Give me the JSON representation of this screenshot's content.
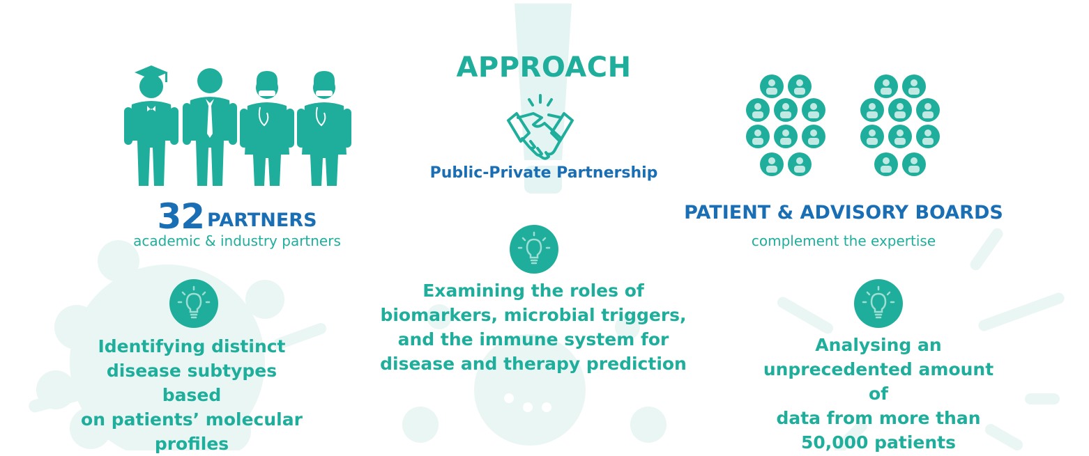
{
  "colors": {
    "teal": "#1fae9b",
    "blue": "#1a6eb4",
    "light_teal": "#e3f4f2"
  },
  "center": {
    "title": "APPROACH",
    "icon": "handshake-icon",
    "label": "Public-Private Partnership"
  },
  "left": {
    "icon": "people-icon",
    "count": "32",
    "count_label": "PARTNERS",
    "subtitle": "academic & industry partners"
  },
  "right": {
    "icon": "user-groups-icon",
    "title": "PATIENT & ADVISORY BOARDS",
    "subtitle": "complement the expertise"
  },
  "blocks": [
    {
      "icon": "lightbulb-icon",
      "lines": [
        "Identifying distinct",
        "disease subtypes based",
        "on patients’ molecular",
        "profiles"
      ]
    },
    {
      "icon": "lightbulb-icon",
      "lines": [
        "Examining the roles of",
        "biomarkers, microbial triggers,",
        "and the immune system for",
        "disease and therapy prediction"
      ]
    },
    {
      "icon": "lightbulb-icon",
      "lines": [
        "Analysing an",
        "unprecedented amount of",
        "data from more than",
        "50,000 patients"
      ]
    }
  ]
}
